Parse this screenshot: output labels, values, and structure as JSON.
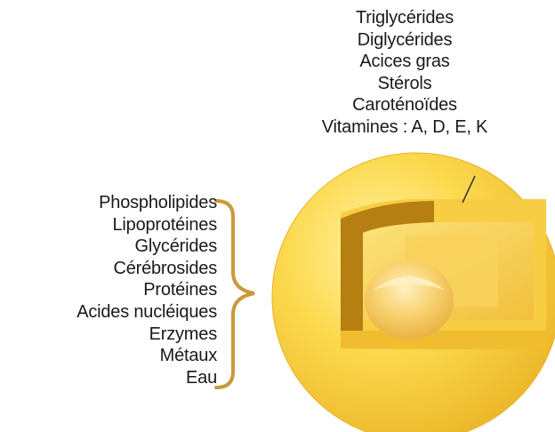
{
  "top_components": [
    "Triglycérides",
    "Diglycérides",
    "Acices gras",
    "Stérols",
    "Caroténoïdes",
    "Vitamines : A, D, E, K"
  ],
  "membrane_components": [
    "Phospholipides",
    "Lipoprotéines",
    "Glycérides",
    "Cérébrosides",
    "Protéines",
    "Acides nucléiques",
    "Erzymes",
    "Métaux",
    "Eau"
  ],
  "colors": {
    "outer_sphere": "#f6c83a",
    "outer_sphere_light": "#fde47a",
    "membrane_dark": "#b57f12",
    "inner_layer": "#f3c53e",
    "inner_layer_light": "#fbe38a",
    "core": "#f1c24b",
    "core_light": "#fde7a3",
    "brace": "#c89a3a",
    "text": "#1a1a1a"
  }
}
